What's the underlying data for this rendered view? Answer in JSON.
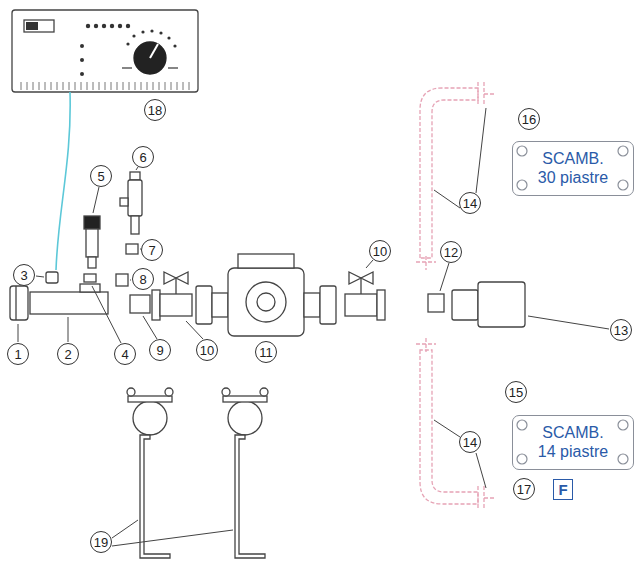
{
  "diagram": {
    "nodes": [
      {
        "text": [
          "SCAMB. 30 piastre"
        ]
      },
      {
        "text": [
          "SCAMB. 14 piastre"
        ]
      },
      {
        "text": [
          "F"
        ]
      }
    ],
    "labels": [
      "1",
      "2",
      "3",
      "4",
      "5",
      "6",
      "7",
      "8",
      "9",
      "10",
      "10",
      "11",
      "12",
      "13",
      "14",
      "14",
      "15",
      "16",
      "17",
      "18",
      "19"
    ]
  }
}
